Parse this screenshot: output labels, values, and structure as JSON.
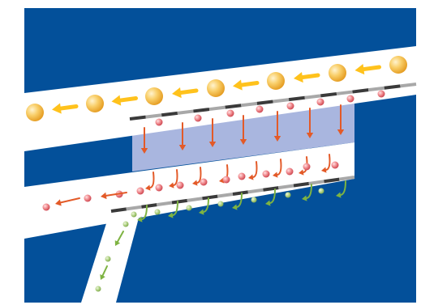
{
  "colors": {
    "page_background": "#ffffff",
    "panel_background": "#03509a",
    "band_fill": "#ffffff",
    "transfer_zone_fill": "#a9b6df",
    "membrane_dash_dark": "#3a3a3a",
    "membrane_dash_light": "#a8a8a8",
    "large_particle": "#f3b43a",
    "large_particle_highlight": "#fff3cf",
    "yellow_arrow": "#ffc21c",
    "red_particle": "#e2666c",
    "red_particle_highlight": "#ffe0e2",
    "red_arrow": "#e35a28",
    "green_particle": "#9cc267",
    "green_particle_highlight": "#eef6de",
    "green_arrow": "#7eb342"
  },
  "icons": {
    "large_particle": "orange-sphere-icon",
    "small_particle": "red-sphere-icon",
    "tiny_particle": "green-sphere-icon",
    "straight_flow_arrow": "arrow-icon",
    "curved_flow_arrow": "curved-arrow-icon"
  },
  "flows": {
    "upper_channel": {
      "direction": "leftward",
      "particle": "large",
      "color": "orange"
    },
    "transfer_zone": {
      "direction": "downward",
      "particle": "small",
      "color": "red"
    },
    "lower_channel": {
      "direction": "leftward",
      "particle": "small",
      "color": "red"
    },
    "second_transfer": {
      "direction": "down-left",
      "particle": "tiny",
      "color": "green"
    },
    "outlet_channel": {
      "direction": "downward",
      "particle": "tiny",
      "color": "green"
    }
  }
}
